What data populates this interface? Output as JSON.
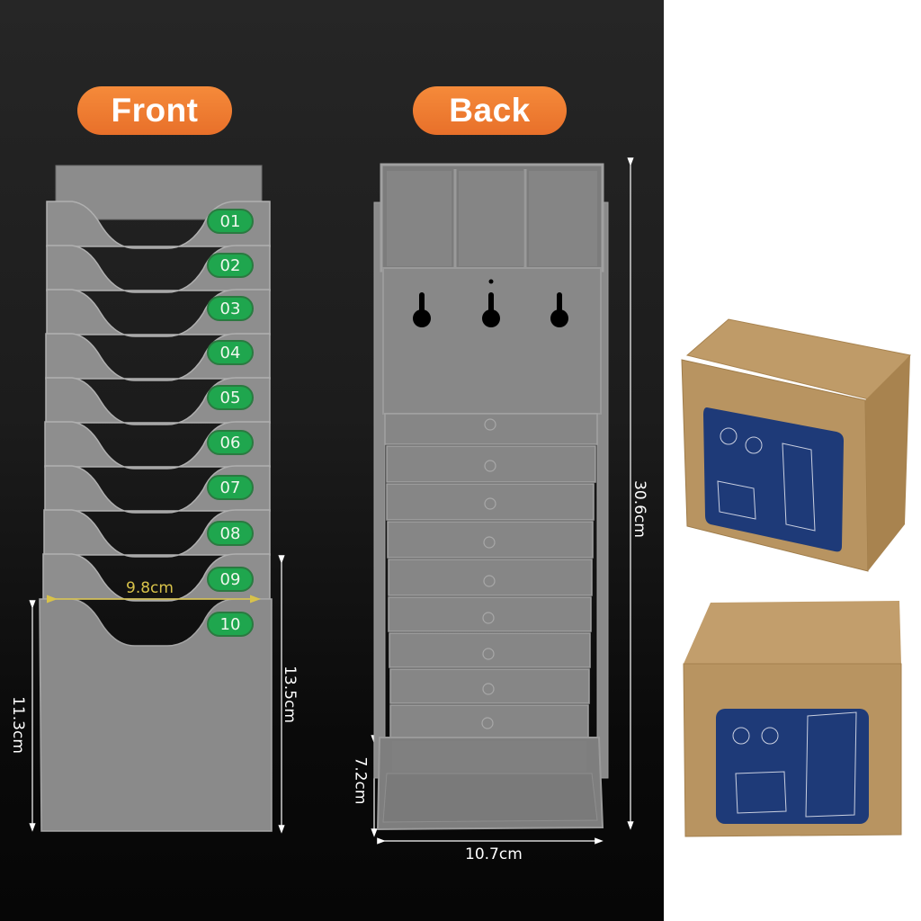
{
  "labels": {
    "front": "Front",
    "back": "Back"
  },
  "front_view": {
    "tray_numbers": [
      "01",
      "02",
      "03",
      "04",
      "05",
      "06",
      "07",
      "08",
      "09",
      "10"
    ],
    "tag_color": "#1fa64e",
    "tray_color": "#8a8a8a"
  },
  "back_view": {
    "keyhole_count": 3,
    "slot_count": 9
  },
  "dimensions": {
    "width_front": "9.8cm",
    "pocket_height": "11.3cm",
    "front_height": "13.5cm",
    "base_depth": "7.2cm",
    "base_width": "10.7cm",
    "total_height": "30.6cm"
  },
  "packaging": {
    "box_count": 2,
    "box_color": "#b89461",
    "label_color": "#1e3a78"
  },
  "colors": {
    "accent": "#f07b2e",
    "background_dark": "#1c1c1c",
    "background_light": "#ffffff"
  }
}
